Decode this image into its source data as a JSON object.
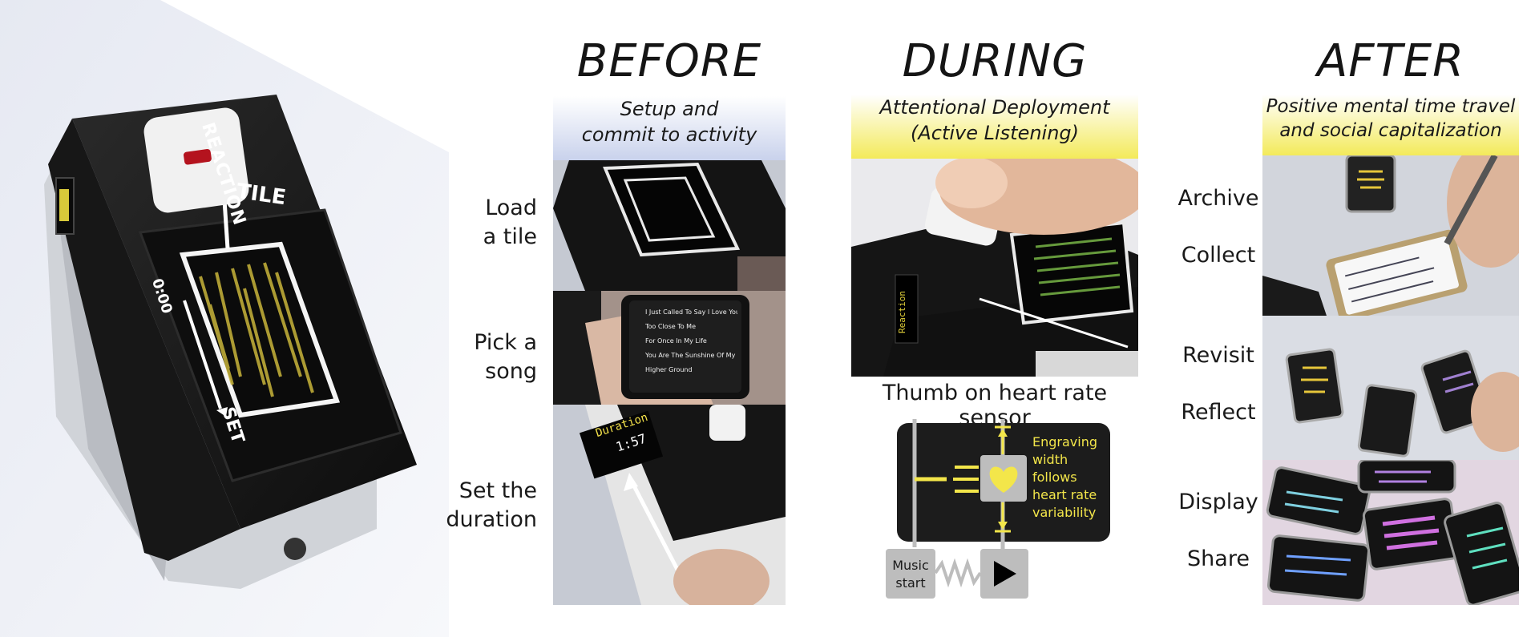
{
  "device": {
    "brand_line1": "REACTION",
    "brand_line2": "TILE",
    "time_start": "0:00",
    "time_end": "SET"
  },
  "before": {
    "heading": "BEFORE",
    "subtitle_line1": "Setup and",
    "subtitle_line2": "commit to activity",
    "steps": [
      {
        "line1": "Load",
        "line2": "a tile"
      },
      {
        "line1": "Pick a",
        "line2": "song"
      },
      {
        "line1": "Set the",
        "line2": "duration"
      }
    ],
    "song_list": [
      "I Just Called To Say I Love You",
      "Too Close To Me",
      "For Once In My Life",
      "You Are The Sunshine Of My Life",
      "Higher Ground"
    ],
    "duration_label": "Duration",
    "duration_value": "1:57"
  },
  "during": {
    "heading": "DURING",
    "subtitle_line1": "Attentional Deployment",
    "subtitle_line2": "(Active Listening)",
    "caption": "Thumb on heart rate sensor",
    "device_label": "Reaction",
    "diagram": {
      "note_lines": [
        "Engraving",
        "width",
        "follows",
        "heart rate",
        "variability"
      ],
      "music_label_line1": "Music",
      "music_label_line2": "start"
    },
    "colors": {
      "accent_yellow": "#f3e64a",
      "panel_black": "#1c1c1c",
      "box_gray": "#bdbdbd"
    }
  },
  "after": {
    "heading": "AFTER",
    "subtitle_line1": "Positive mental time travel",
    "subtitle_line2": "and social capitalization",
    "actions": [
      "Archive",
      "Collect",
      "Revisit",
      "Reflect",
      "Display",
      "Share"
    ]
  }
}
